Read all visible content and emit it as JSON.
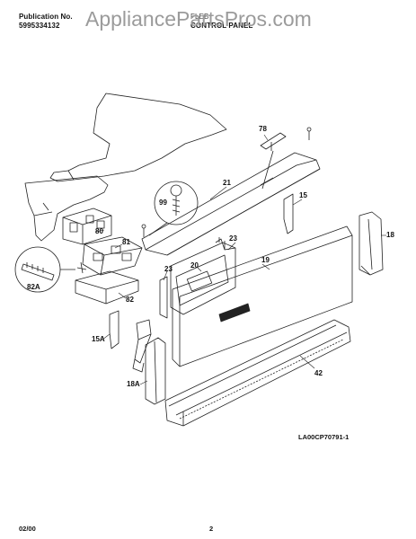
{
  "header": {
    "publication_label": "Publication No.",
    "publication_number": "5995334132",
    "model": "FLEB",
    "section_title": "CONTROL PANEL"
  },
  "watermark": "AppliancePartsPros.com",
  "callouts": [
    "78",
    "21",
    "99",
    "15",
    "80",
    "81",
    "23",
    "18",
    "19",
    "20",
    "23",
    "82A",
    "82",
    "15A",
    "18A",
    "42"
  ],
  "drawing_code": "LA00CP70791-1",
  "footer": {
    "date": "02/00",
    "page_number": "2"
  }
}
